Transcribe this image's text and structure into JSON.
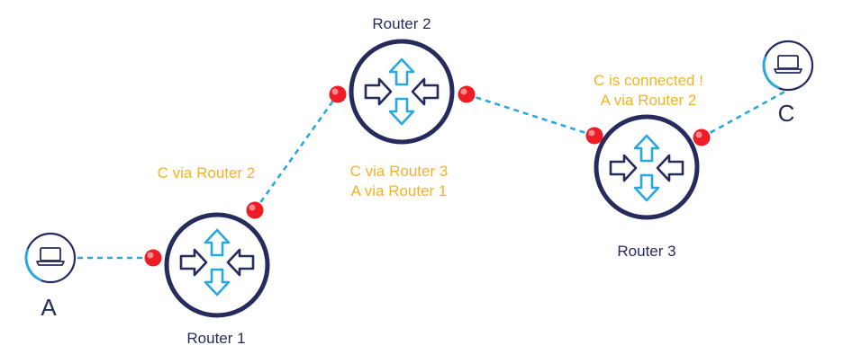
{
  "colors": {
    "navy": "#262b5e",
    "link": "#29a8e0",
    "arrow_blue": "#29a8e0",
    "port": "#ee1c25",
    "note": "#f5b324"
  },
  "routers": [
    {
      "label": "Router 1"
    },
    {
      "label": "Router 2"
    },
    {
      "label": "Router 3"
    }
  ],
  "hosts": [
    {
      "label": "A",
      "icon": "laptop-icon"
    },
    {
      "label": "C",
      "icon": "laptop-icon"
    }
  ],
  "notes": {
    "router1": [
      "C via Router 2"
    ],
    "router2": [
      "C via Router 3",
      "A via Router 1"
    ],
    "router3": [
      "C is connected !",
      "A via Router 2"
    ]
  }
}
